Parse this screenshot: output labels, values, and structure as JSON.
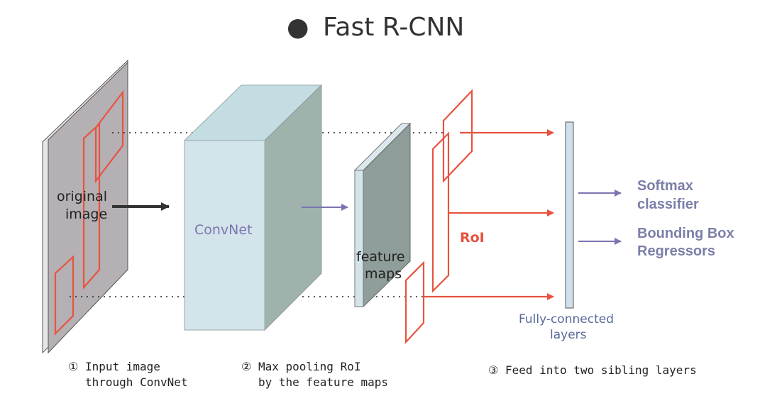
{
  "title": {
    "bullet": "●",
    "text": "Fast R-CNN"
  },
  "image_labels": {
    "line1": "original",
    "line2": "image"
  },
  "convnet_label": "ConvNet",
  "feature_labels": {
    "line1": "feature",
    "line2": "maps"
  },
  "roi_label": "RoI",
  "fc_labels": {
    "line1": "Fully-connected",
    "line2": "layers"
  },
  "outputs": {
    "softmax_line1": "Softmax",
    "softmax_line2": "classifier",
    "bbox_line1": "Bounding Box",
    "bbox_line2": "Regressors"
  },
  "steps": {
    "step1_line1": "① Input image",
    "step1_line2": "through ConvNet",
    "step2_line1": "② Max pooling RoI",
    "step2_line2": "by the feature maps",
    "step3_line1": "③ Feed into two sibling layers"
  },
  "colors": {
    "roi": "#e8533f",
    "arrow_dark": "#333333",
    "arrow_purple": "#7b76b0",
    "image_plane": "#b4b0b4",
    "convnet_front": "#d3e4ea",
    "convnet_side": "#9fb3ac",
    "convnet_top": "#c4dde2",
    "fc_layer": "#d0dfec"
  }
}
